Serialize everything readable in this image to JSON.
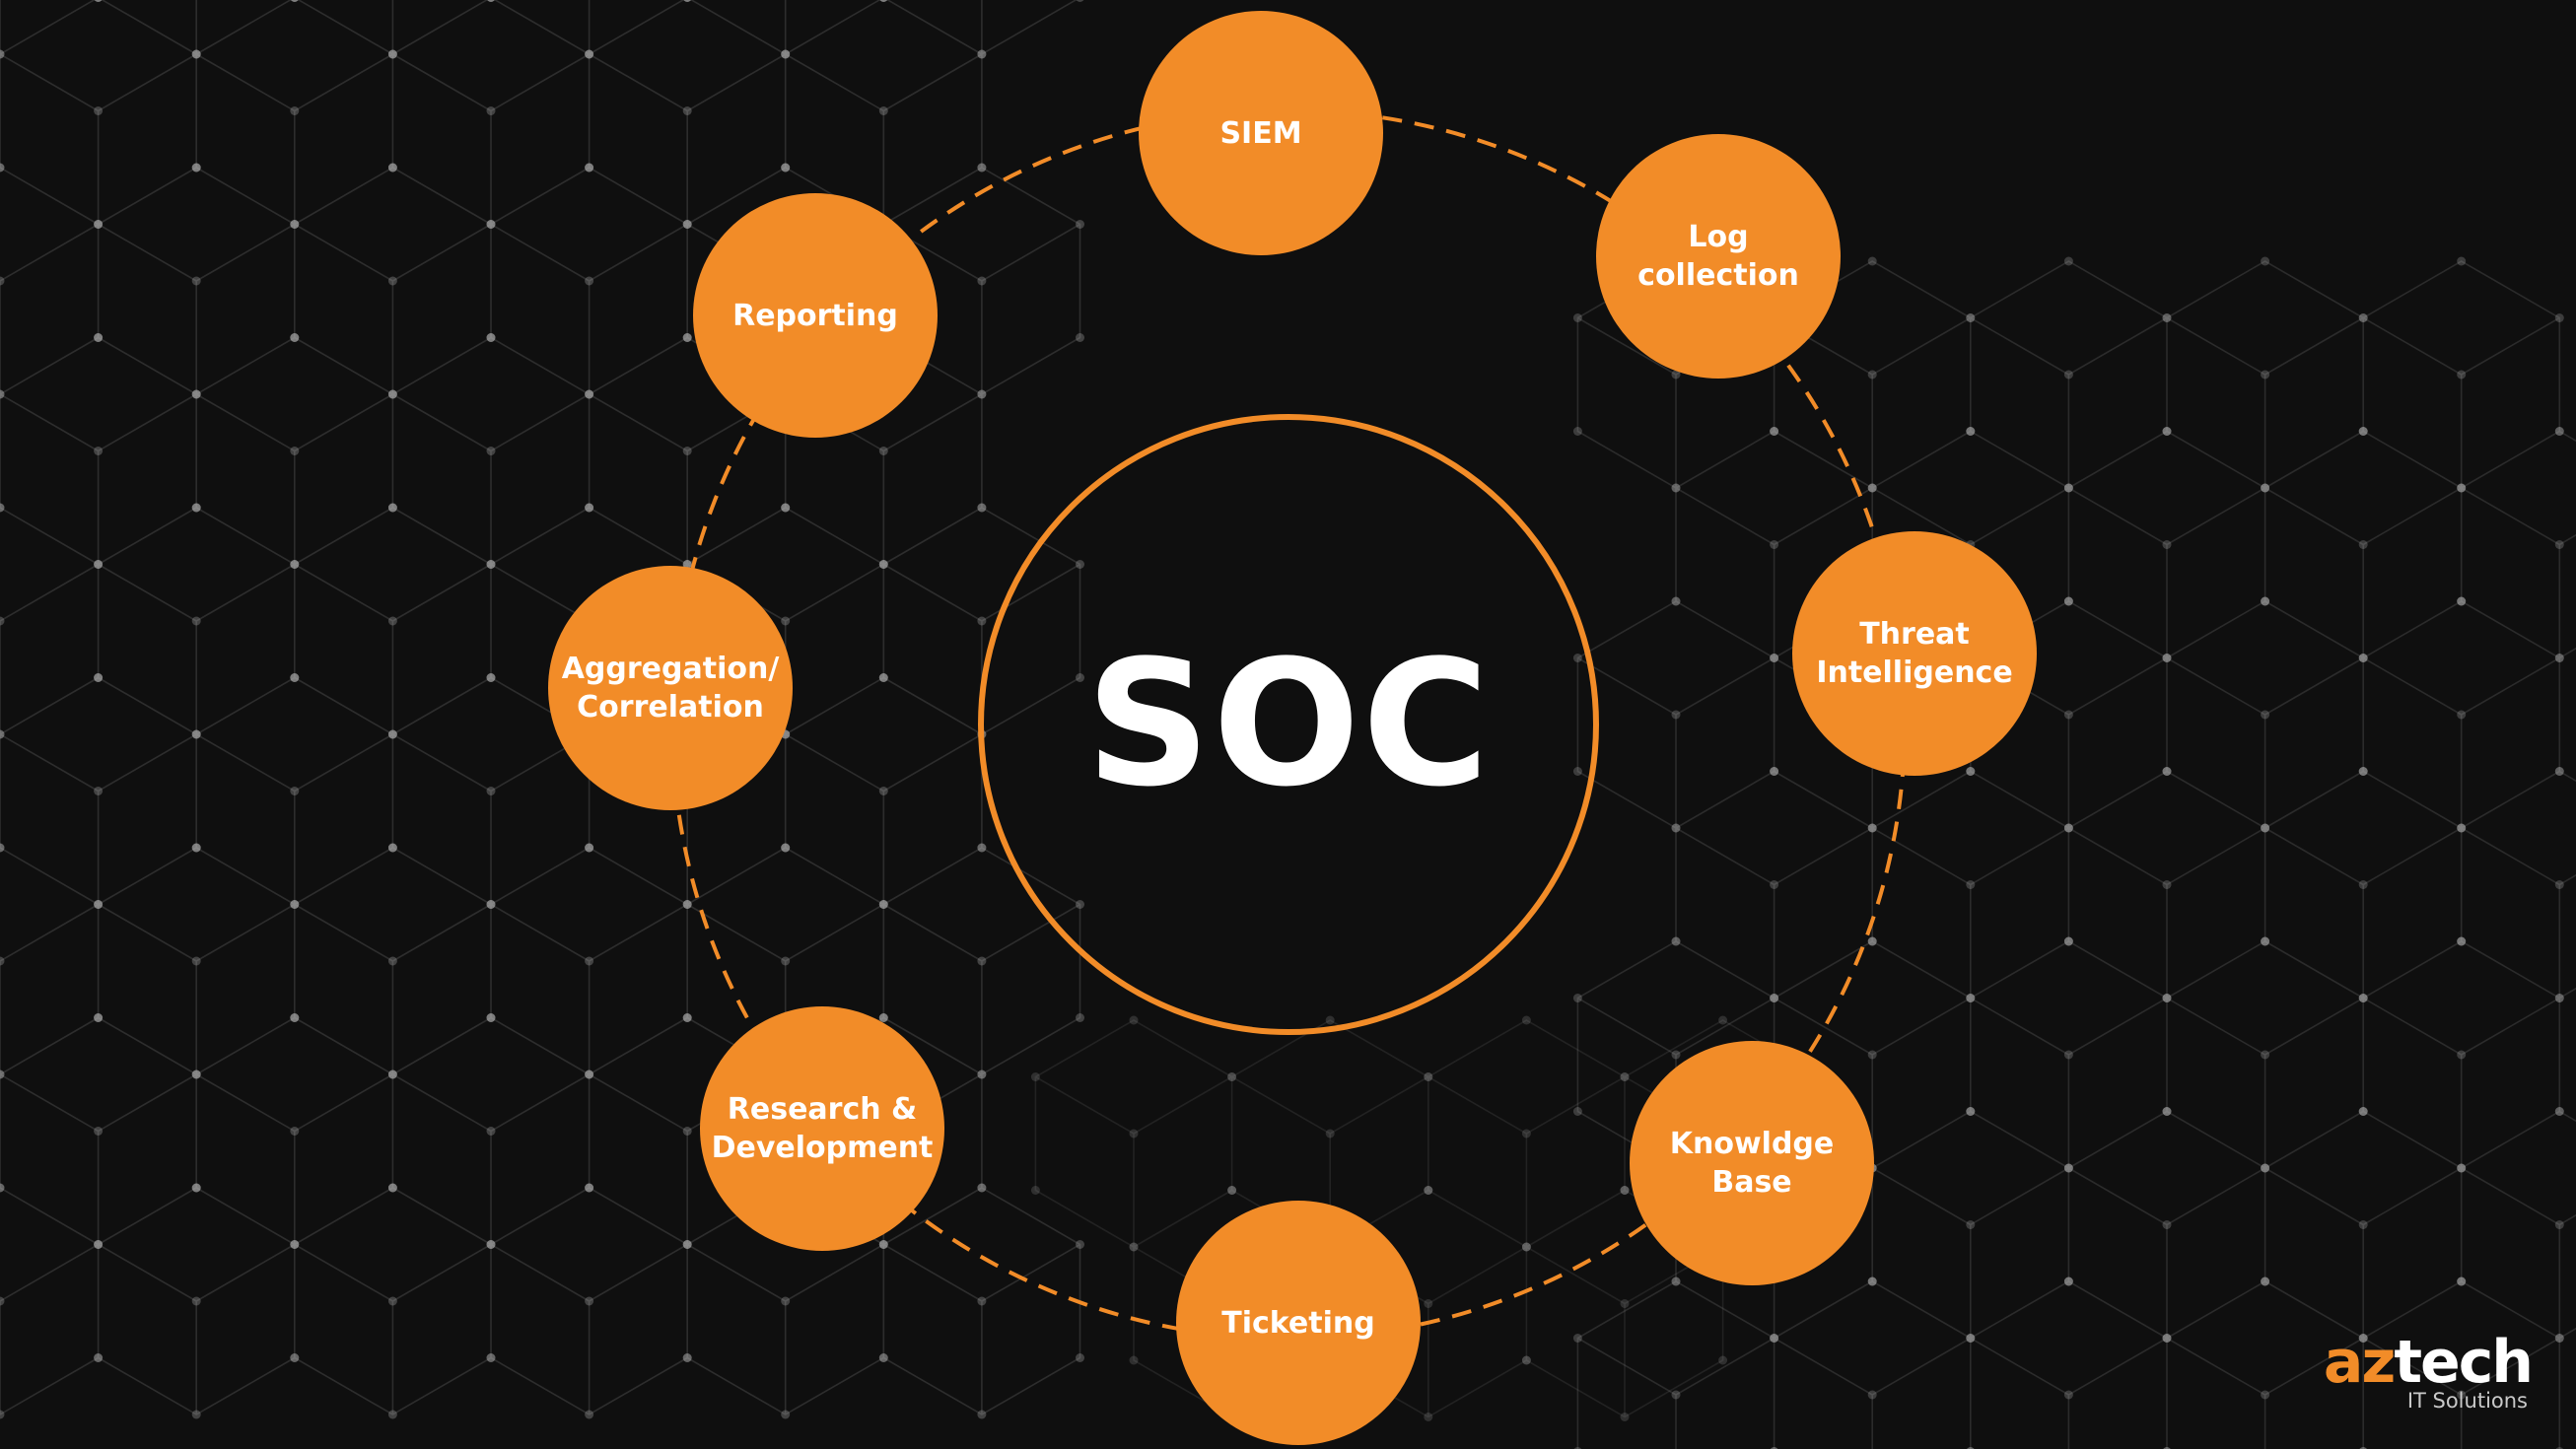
{
  "diagram": {
    "center_label": "SOC",
    "accent_color": "#f28c28",
    "background_color": "#0f0f0f",
    "nodes": [
      {
        "id": "siem",
        "label": "SIEM"
      },
      {
        "id": "log-collection",
        "label": "Log\ncollection"
      },
      {
        "id": "threat-intelligence",
        "label": "Threat\nIntelligence"
      },
      {
        "id": "knowledge-base",
        "label": "Knowldge\nBase"
      },
      {
        "id": "ticketing",
        "label": "Ticketing"
      },
      {
        "id": "research-development",
        "label": "Research &\nDevelopment"
      },
      {
        "id": "aggregation-correlation",
        "label": "Aggregation/\nCorrelation"
      },
      {
        "id": "reporting",
        "label": "Reporting"
      }
    ]
  },
  "logo": {
    "brand_part1": "az",
    "brand_part2": "tech",
    "subtitle": "IT Solutions"
  }
}
